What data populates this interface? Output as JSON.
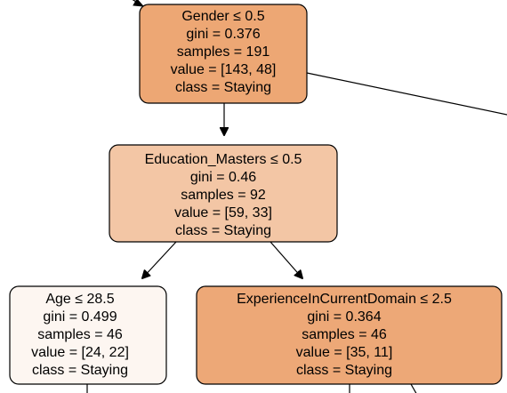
{
  "colors": {
    "node_root": "#eda774",
    "node_education": "#f3c6a5",
    "node_age": "#fdf6f1",
    "node_experience": "#eda877",
    "edge": "#000000",
    "background": "#ffffff"
  },
  "nodes": {
    "root": {
      "split": "Gender ≤ 0.5",
      "gini": "gini = 0.376",
      "samples": "samples = 191",
      "value": "value = [143, 48]",
      "class": "class = Staying"
    },
    "education": {
      "split": "Education_Masters ≤ 0.5",
      "gini": "gini = 0.46",
      "samples": "samples = 92",
      "value": "value = [59, 33]",
      "class": "class = Staying"
    },
    "age": {
      "split": "Age ≤ 28.5",
      "gini": "gini = 0.499",
      "samples": "samples = 46",
      "value": "value = [24, 22]",
      "class": "class = Staying"
    },
    "experience": {
      "split": "ExperienceInCurrentDomain ≤ 2.5",
      "gini": "gini = 0.364",
      "samples": "samples = 46",
      "value": "value = [35, 11]",
      "class": "class = Staying"
    }
  }
}
